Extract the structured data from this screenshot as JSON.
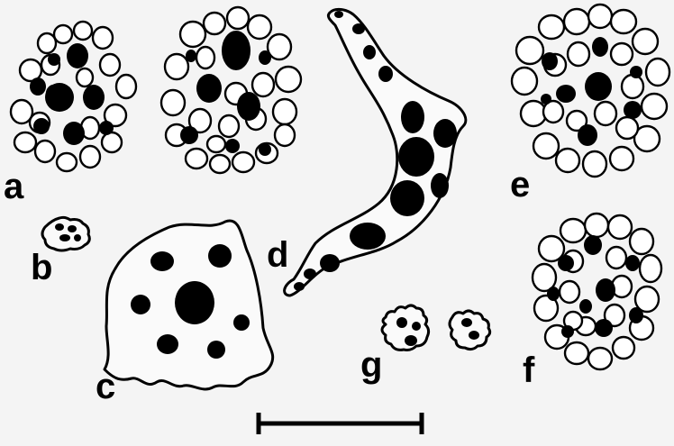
{
  "figure": {
    "background": "#f4f4f4",
    "ink": "#000000",
    "panels": [
      {
        "id": "a",
        "label": "a"
      },
      {
        "id": "b",
        "label": "b"
      },
      {
        "id": "c",
        "label": "c"
      },
      {
        "id": "d",
        "label": "d"
      },
      {
        "id": "e",
        "label": "e"
      },
      {
        "id": "f",
        "label": "f"
      },
      {
        "id": "g",
        "label": "g"
      }
    ]
  }
}
